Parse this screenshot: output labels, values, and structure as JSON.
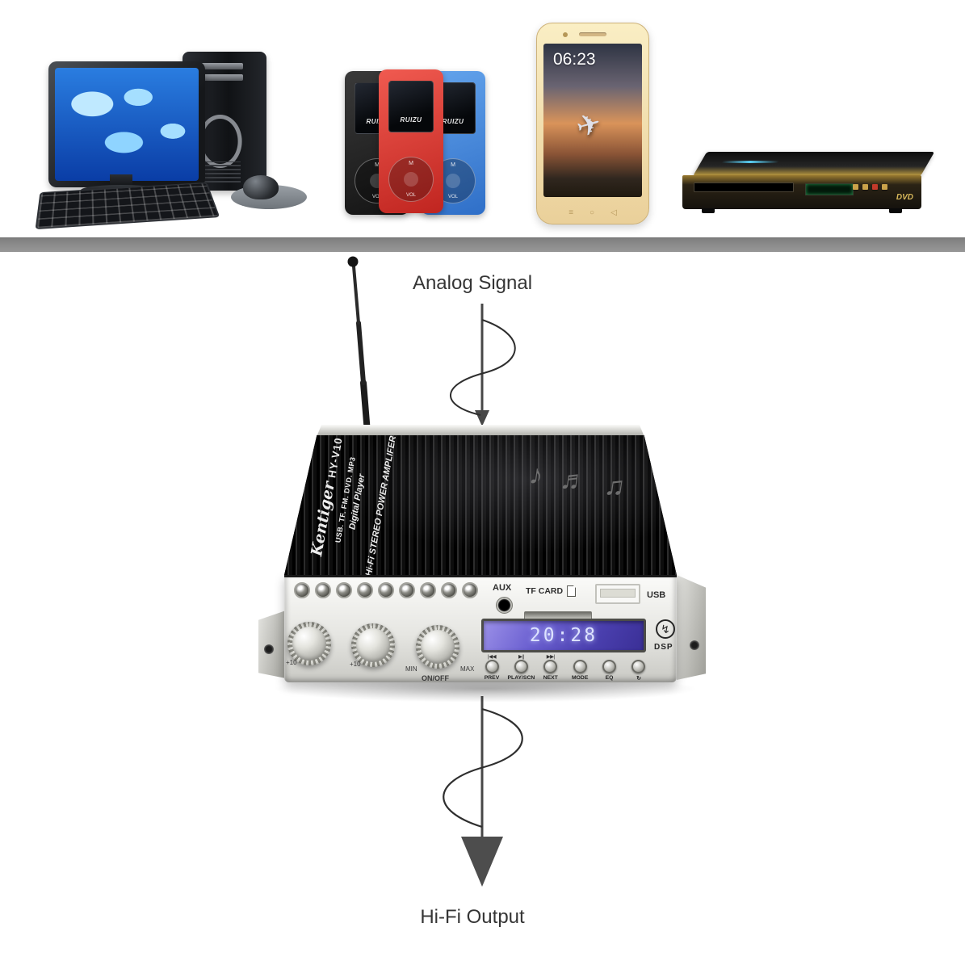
{
  "labels": {
    "analog_signal": "Analog Signal",
    "hifi_output": "Hi-Fi Output"
  },
  "devices": {
    "mp3": {
      "brand": "RUIZU",
      "menu": "M",
      "vol": "VOL"
    },
    "phone": {
      "time": "06:23"
    },
    "dvd": {
      "logo": "DVD"
    }
  },
  "amplifier": {
    "brand": "Kentiger",
    "model": "HY-V10",
    "formats": "USB. TF. FM. DVD. MP3",
    "player_line": "Digital Player",
    "title": "Hi-Fi STEREO POWER AMPLIFER",
    "notes": "♪ ♬ ♫",
    "front": {
      "aux": "AUX",
      "tf_card": "TF CARD",
      "usb": "USB",
      "dsp": "DSP",
      "dsp_icon": "↯",
      "display": "20:28",
      "scale_left": "+10",
      "scale_mid": "+10",
      "min": "MIN",
      "max": "MAX",
      "power": "ON/OFF",
      "buttons": [
        {
          "icon": "|◀◀",
          "label": "PREV"
        },
        {
          "icon": "▶||",
          "label": "PLAY/SCN"
        },
        {
          "icon": "▶▶|",
          "label": "NEXT"
        },
        {
          "icon": "",
          "label": "MODE"
        },
        {
          "icon": "",
          "label": "EQ"
        },
        {
          "icon": "",
          "label": "↻"
        }
      ]
    }
  }
}
